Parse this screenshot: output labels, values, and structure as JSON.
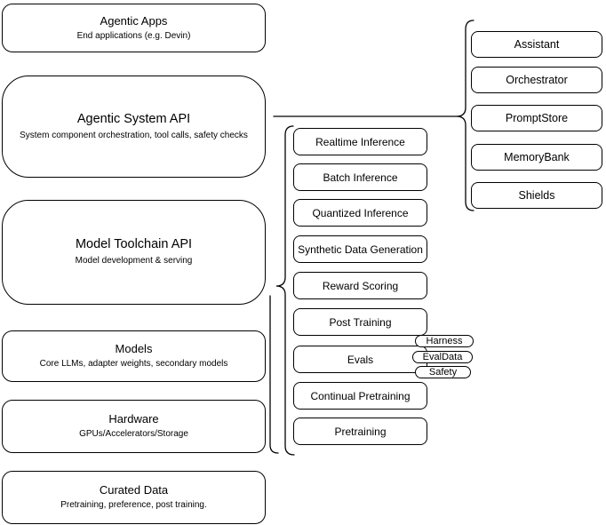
{
  "left_column": {
    "boxes": [
      {
        "title": "Agentic Apps",
        "subtitle": "End applications (e.g. Devin)"
      },
      {
        "title": "Agentic System API",
        "subtitle": "System component orchestration, tool calls, safety checks"
      },
      {
        "title": "Model Toolchain API",
        "subtitle": "Model development & serving"
      },
      {
        "title": "Models",
        "subtitle": "Core LLMs, adapter weights, secondary models"
      },
      {
        "title": "Hardware",
        "subtitle": "GPUs/Accelerators/Storage"
      },
      {
        "title": "Curated Data",
        "subtitle": "Pretraining, preference, post training."
      }
    ]
  },
  "middle_column": {
    "items": [
      {
        "label": "Realtime Inference"
      },
      {
        "label": "Batch Inference"
      },
      {
        "label": "Quantized Inference"
      },
      {
        "label": "Synthetic Data Generation"
      },
      {
        "label": "Reward Scoring"
      },
      {
        "label": "Post Training"
      },
      {
        "label": "Evals"
      },
      {
        "label": "Continual Pretraining"
      },
      {
        "label": "Pretraining"
      }
    ],
    "evals_tags": [
      {
        "label": "Harness"
      },
      {
        "label": "EvalData"
      },
      {
        "label": "Safety"
      }
    ]
  },
  "right_column": {
    "items": [
      {
        "label": "Assistant"
      },
      {
        "label": "Orchestrator"
      },
      {
        "label": "PromptStore"
      },
      {
        "label": "MemoryBank"
      },
      {
        "label": "Shields"
      }
    ]
  },
  "colors": {
    "stroke": "#000000",
    "background": "#ffffff",
    "box_fill": "#ffffff"
  }
}
